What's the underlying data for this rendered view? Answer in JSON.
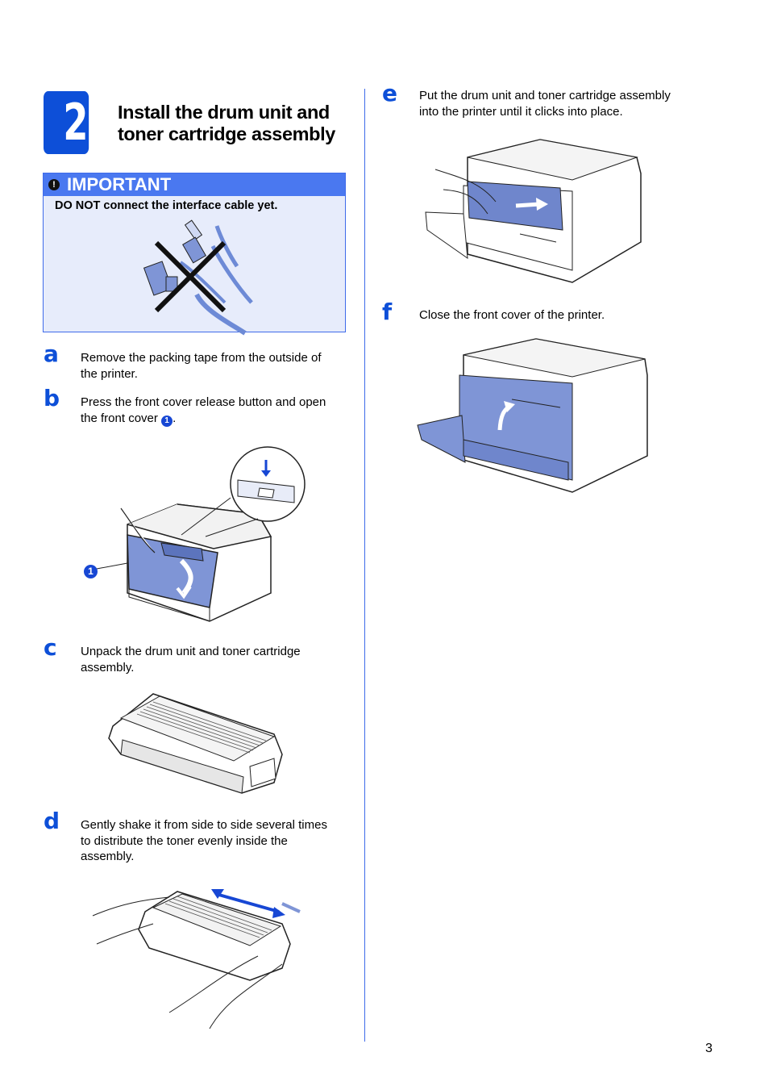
{
  "section": {
    "number": "2",
    "title_line1": "Install the drum unit and",
    "title_line2": "toner cartridge assembly"
  },
  "important": {
    "label": "IMPORTANT",
    "icon": "exclamation-icon",
    "icon_glyph": "!",
    "text": "DO NOT connect the interface cable yet."
  },
  "steps": [
    {
      "letter": "a",
      "line1": "Remove the packing tape from the outside of",
      "line2": "the printer."
    },
    {
      "letter": "b",
      "line1": "Press the front cover release button and open",
      "line2_prefix": "the front cover ",
      "callout": "1",
      "line2_suffix": "."
    },
    {
      "letter": "c",
      "line1": "Unpack the drum unit and toner cartridge",
      "line2": "assembly."
    },
    {
      "letter": "d",
      "line1": "Gently shake it from side to side several times",
      "line2": "to distribute the toner evenly inside the",
      "line3": "assembly."
    },
    {
      "letter": "e",
      "line1": "Put the drum unit and toner cartridge assembly",
      "line2": "into the printer until it clicks into place."
    },
    {
      "letter": "f",
      "line1": "Close the front cover of the printer."
    }
  ],
  "figure_b_callout": "1",
  "page_number": "3",
  "colors": {
    "accent": "#0d4fd8",
    "important_bg": "#e7ecfb",
    "important_head": "#4a78f0",
    "part_blue": "#7f95d6"
  }
}
